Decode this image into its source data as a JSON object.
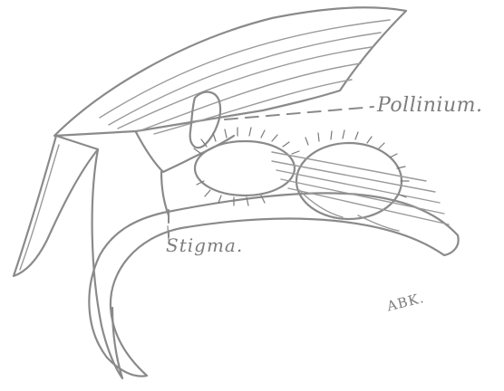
{
  "figure": {
    "labels": {
      "pollinium": "Pollinium.",
      "stigma": "Stigma.",
      "initials": "ABK."
    },
    "line_color": "#8a8a8a",
    "background": "#ffffff"
  }
}
